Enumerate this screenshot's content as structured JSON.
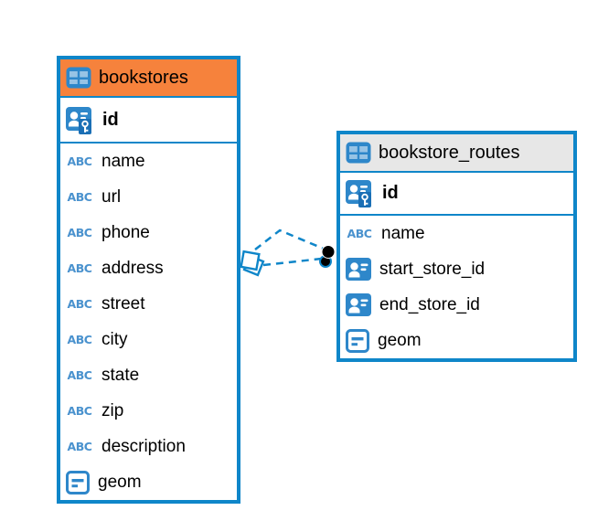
{
  "colors": {
    "table_border": "#0F86C9",
    "bookstores_header": "#F6823C",
    "routes_header": "#E7E7E7",
    "icon_blue": "#2E87CA",
    "abc_blue": "#4A92CE",
    "key_badge_blue": "#1A6FB5",
    "relationship_line": "#0F86C9",
    "text": "#000000"
  },
  "icons": {
    "text_type_glyph": "ABC"
  },
  "tables": [
    {
      "name": "bookstores",
      "header_style": "orange",
      "primary_key": {
        "name": "id",
        "type_icon": "primary-key-icon"
      },
      "columns": [
        {
          "name": "name",
          "type_icon": "text-icon"
        },
        {
          "name": "url",
          "type_icon": "text-icon"
        },
        {
          "name": "phone",
          "type_icon": "text-icon"
        },
        {
          "name": "address",
          "type_icon": "text-icon"
        },
        {
          "name": "street",
          "type_icon": "text-icon"
        },
        {
          "name": "city",
          "type_icon": "text-icon"
        },
        {
          "name": "state",
          "type_icon": "text-icon"
        },
        {
          "name": "zip",
          "type_icon": "text-icon"
        },
        {
          "name": "description",
          "type_icon": "text-icon"
        },
        {
          "name": "geom",
          "type_icon": "geometry-icon"
        }
      ]
    },
    {
      "name": "bookstore_routes",
      "header_style": "gray",
      "primary_key": {
        "name": "id",
        "type_icon": "primary-key-icon"
      },
      "columns": [
        {
          "name": "name",
          "type_icon": "text-icon"
        },
        {
          "name": "start_store_id",
          "type_icon": "reference-icon"
        },
        {
          "name": "end_store_id",
          "type_icon": "reference-icon"
        },
        {
          "name": "geom",
          "type_icon": "geometry-icon"
        }
      ]
    }
  ],
  "relationships": [
    {
      "from_table": "bookstore_routes",
      "from_column": "start_store_id",
      "to_table": "bookstores",
      "to_column": "id",
      "line_style": "dashed"
    },
    {
      "from_table": "bookstore_routes",
      "from_column": "end_store_id",
      "to_table": "bookstores",
      "to_column": "id",
      "line_style": "dashed"
    }
  ]
}
